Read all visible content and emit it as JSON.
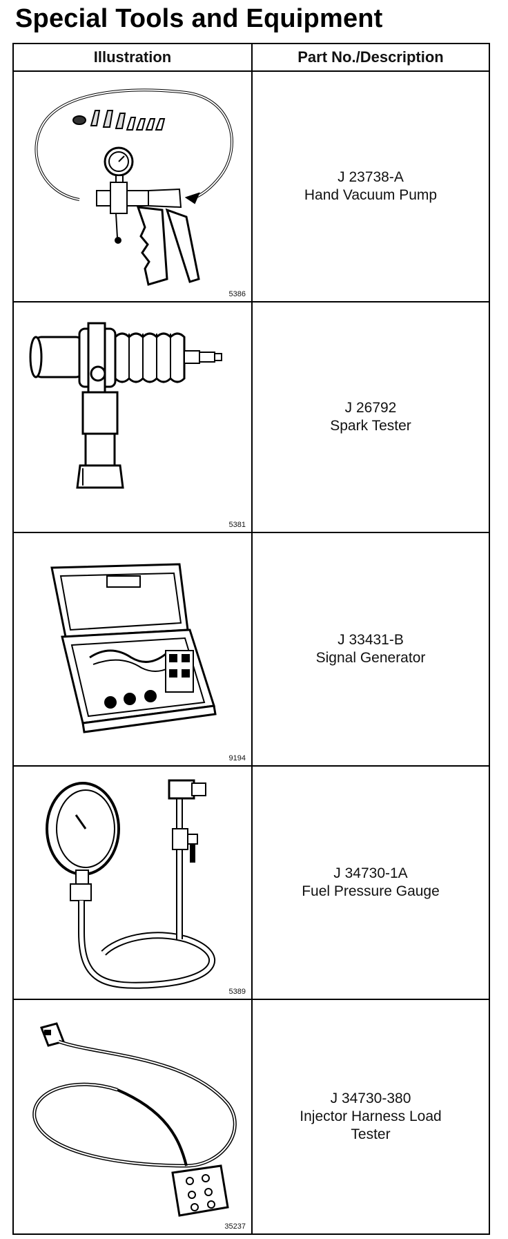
{
  "title": "Special Tools and Equipment",
  "table": {
    "headers": {
      "illustration": "Illustration",
      "part": "Part No./Description"
    },
    "rows": [
      {
        "part_no": "J 23738-A",
        "description": "Hand Vacuum Pump",
        "figure": "5386",
        "icon": "hand-vacuum-pump-illustration"
      },
      {
        "part_no": "J 26792",
        "description": "Spark Tester",
        "figure": "5381",
        "icon": "spark-tester-illustration"
      },
      {
        "part_no": "J 33431-B",
        "description": "Signal Generator",
        "figure": "9194",
        "icon": "signal-generator-illustration"
      },
      {
        "part_no": "J 34730-1A",
        "description": "Fuel Pressure Gauge",
        "figure": "5389",
        "icon": "fuel-pressure-gauge-illustration"
      },
      {
        "part_no": "J 34730-380",
        "description": "Injector Harness Load Tester",
        "figure": "35237",
        "icon": "injector-harness-load-tester-illustration"
      }
    ]
  }
}
